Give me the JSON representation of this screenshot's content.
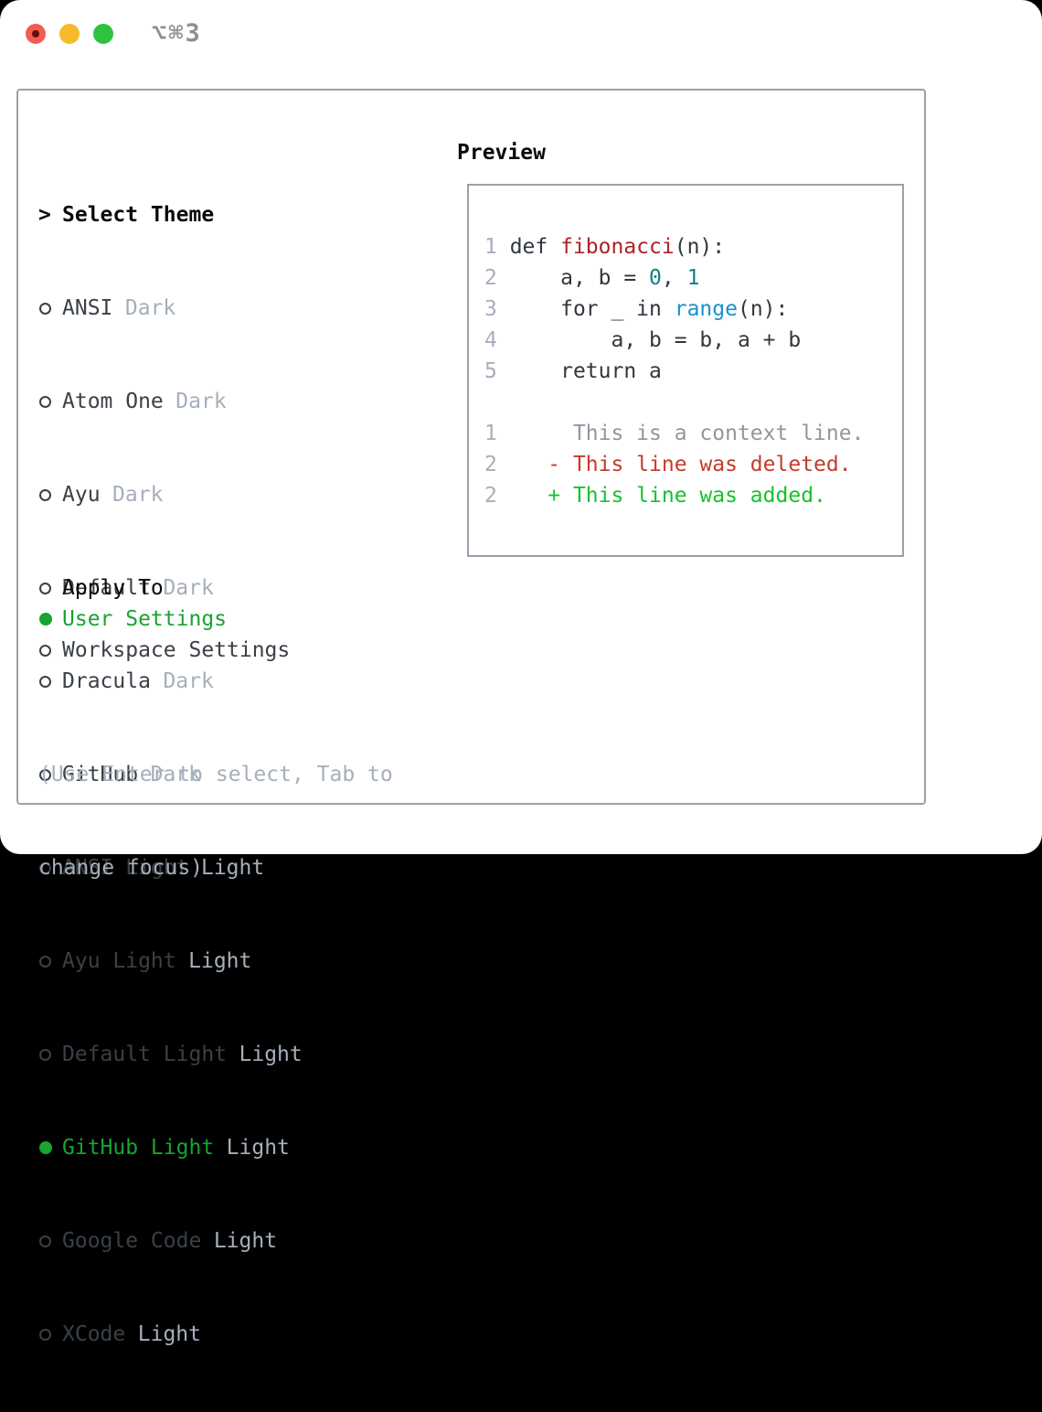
{
  "palette": {
    "traffic_red": "#f35c51",
    "traffic_red_dot": "#5f100e",
    "traffic_yellow": "#f7ba2d",
    "traffic_green": "#2ec33f",
    "title_gray": "#909094",
    "border_gray": "#99a2ac",
    "header_black": "#0a0a0a",
    "text_dark": "#3a4047",
    "muted_gray": "#a6afbb",
    "accent_green": "#17a42f",
    "linenum_gray": "#a6afbb",
    "code_plain": "#32373e",
    "code_red": "#ab2328",
    "code_teal": "#0f7f8b",
    "code_blue": "#1b8fd0",
    "context_gray": "#8f979f",
    "diff_red": "#c43a2b",
    "diff_green": "#17c12d"
  },
  "window": {
    "title": "⌥⌘3"
  },
  "theme_picker": {
    "cursor": ">",
    "title": "Select Theme",
    "items": [
      {
        "label": "ANSI",
        "variant": "Dark",
        "selected": false
      },
      {
        "label": "Atom One",
        "variant": "Dark",
        "selected": false
      },
      {
        "label": "Ayu",
        "variant": "Dark",
        "selected": false
      },
      {
        "label": "Default",
        "variant": "Dark",
        "selected": false
      },
      {
        "label": "Dracula",
        "variant": "Dark",
        "selected": false
      },
      {
        "label": "GitHub",
        "variant": "Dark",
        "selected": false
      },
      {
        "label": "ANSI Light",
        "variant": "Light",
        "selected": false
      },
      {
        "label": "Ayu Light",
        "variant": "Light",
        "selected": false
      },
      {
        "label": "Default Light",
        "variant": "Light",
        "selected": false
      },
      {
        "label": "GitHub Light",
        "variant": "Light",
        "selected": true
      },
      {
        "label": "Google Code",
        "variant": "Light",
        "selected": false
      },
      {
        "label": "XCode",
        "variant": "Light",
        "selected": false
      }
    ]
  },
  "apply_to": {
    "title": "Apply To",
    "options": [
      {
        "label": "User Settings",
        "selected": true
      },
      {
        "label": "Workspace Settings",
        "selected": false
      }
    ]
  },
  "help": {
    "line1": "(Use Enter to select, Tab to",
    "line2": "change focus)"
  },
  "preview": {
    "title": "Preview",
    "lines": [
      {
        "num": "1",
        "segs": [
          {
            "t": " def ",
            "c": "plain"
          },
          {
            "t": "fibonacci",
            "c": "func"
          },
          {
            "t": "(n):",
            "c": "plain"
          }
        ]
      },
      {
        "num": "2",
        "segs": [
          {
            "t": "     a, b = ",
            "c": "plain"
          },
          {
            "t": "0",
            "c": "num"
          },
          {
            "t": ", ",
            "c": "plain"
          },
          {
            "t": "1",
            "c": "num"
          }
        ]
      },
      {
        "num": "3",
        "segs": [
          {
            "t": "     for _ in ",
            "c": "plain"
          },
          {
            "t": "range",
            "c": "builtin"
          },
          {
            "t": "(n):",
            "c": "plain"
          }
        ]
      },
      {
        "num": "4",
        "segs": [
          {
            "t": "         a, b = b, a + b",
            "c": "plain"
          }
        ]
      },
      {
        "num": "5",
        "segs": [
          {
            "t": "     return a",
            "c": "plain"
          }
        ]
      },
      {
        "num": "",
        "segs": [
          {
            "t": "",
            "c": "plain"
          }
        ]
      },
      {
        "num": "1",
        "segs": [
          {
            "t": "      This is a context line.",
            "c": "context"
          }
        ]
      },
      {
        "num": "2",
        "segs": [
          {
            "t": "    - This line was deleted.",
            "c": "removed"
          }
        ]
      },
      {
        "num": "2",
        "segs": [
          {
            "t": "    + This line was added.",
            "c": "added"
          }
        ]
      }
    ]
  }
}
